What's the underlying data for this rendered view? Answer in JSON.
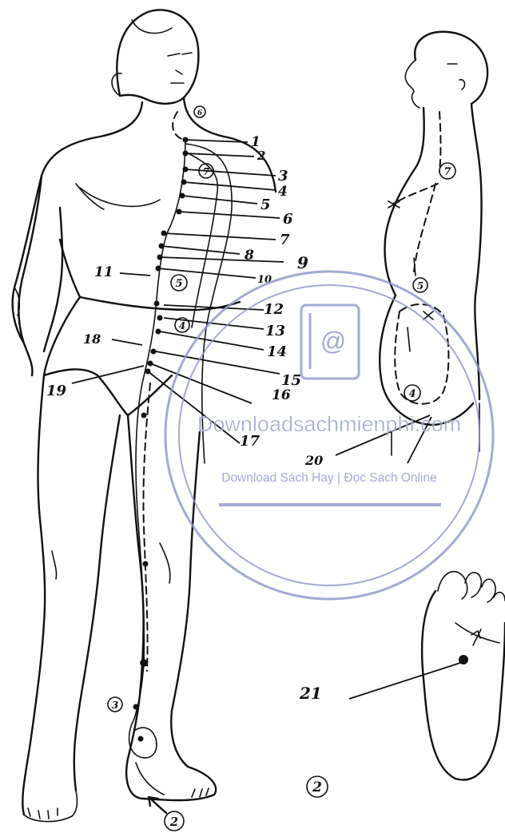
{
  "figure": {
    "point_labels": [
      "1",
      "2",
      "3",
      "4",
      "5",
      "6",
      "7",
      "8",
      "9",
      "10",
      "11",
      "12",
      "13",
      "14",
      "15",
      "16",
      "17",
      "18",
      "19",
      "20",
      "21"
    ],
    "circled_markers": {
      "neck": "6",
      "chest_front": "7",
      "chest_side": "7",
      "abdomen_front": "5",
      "abdomen_side": "5",
      "groin": "4",
      "belly_side": "4",
      "ankle": "3",
      "foot_arrow": "2",
      "page_corner": "2"
    }
  },
  "watermark": {
    "brand": "Downloadsachmienphi.com",
    "tagline": "Download Sách Hay | Đọc Sách Online",
    "icon": "book-at-sign-icon",
    "color": "#8d95c9"
  }
}
